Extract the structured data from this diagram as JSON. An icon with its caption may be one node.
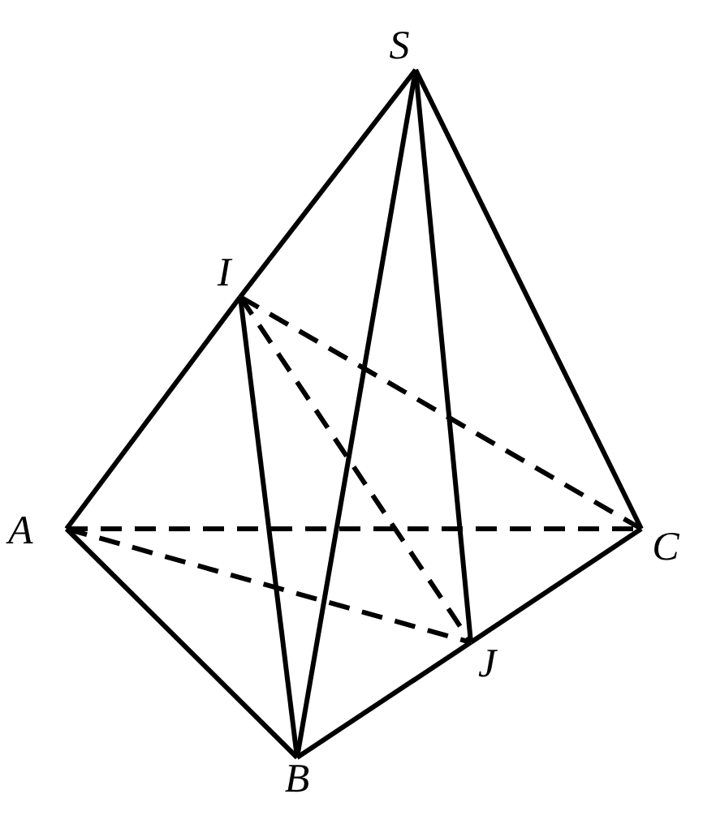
{
  "diagram": {
    "nodes": [
      {
        "text": [
          "S"
        ]
      },
      {
        "text": [
          "I"
        ]
      },
      {
        "text": [
          "A"
        ]
      },
      {
        "text": [
          "C"
        ]
      },
      {
        "text": [
          "J"
        ]
      },
      {
        "text": [
          "B"
        ]
      }
    ],
    "edges": [
      {
        "from": 0,
        "to": 1,
        "arrow": "none"
      },
      {
        "from": 1,
        "to": 2,
        "arrow": "none"
      },
      {
        "from": 0,
        "to": 3,
        "arrow": "none"
      },
      {
        "from": 0,
        "to": 5,
        "arrow": "none"
      },
      {
        "from": 0,
        "to": 4,
        "arrow": "none"
      },
      {
        "from": 1,
        "to": 5,
        "arrow": "none"
      },
      {
        "from": 2,
        "to": 5,
        "arrow": "none"
      },
      {
        "from": 5,
        "to": 4,
        "arrow": "none"
      },
      {
        "from": 4,
        "to": 3,
        "arrow": "none"
      },
      {
        "from": 2,
        "to": 3,
        "arrow": "none",
        "style": "dashed"
      },
      {
        "from": 1,
        "to": 3,
        "arrow": "none",
        "style": "dashed"
      },
      {
        "from": 1,
        "to": 4,
        "arrow": "none",
        "style": "dashed"
      },
      {
        "from": 2,
        "to": 4,
        "arrow": "none",
        "style": "dashed"
      }
    ]
  }
}
